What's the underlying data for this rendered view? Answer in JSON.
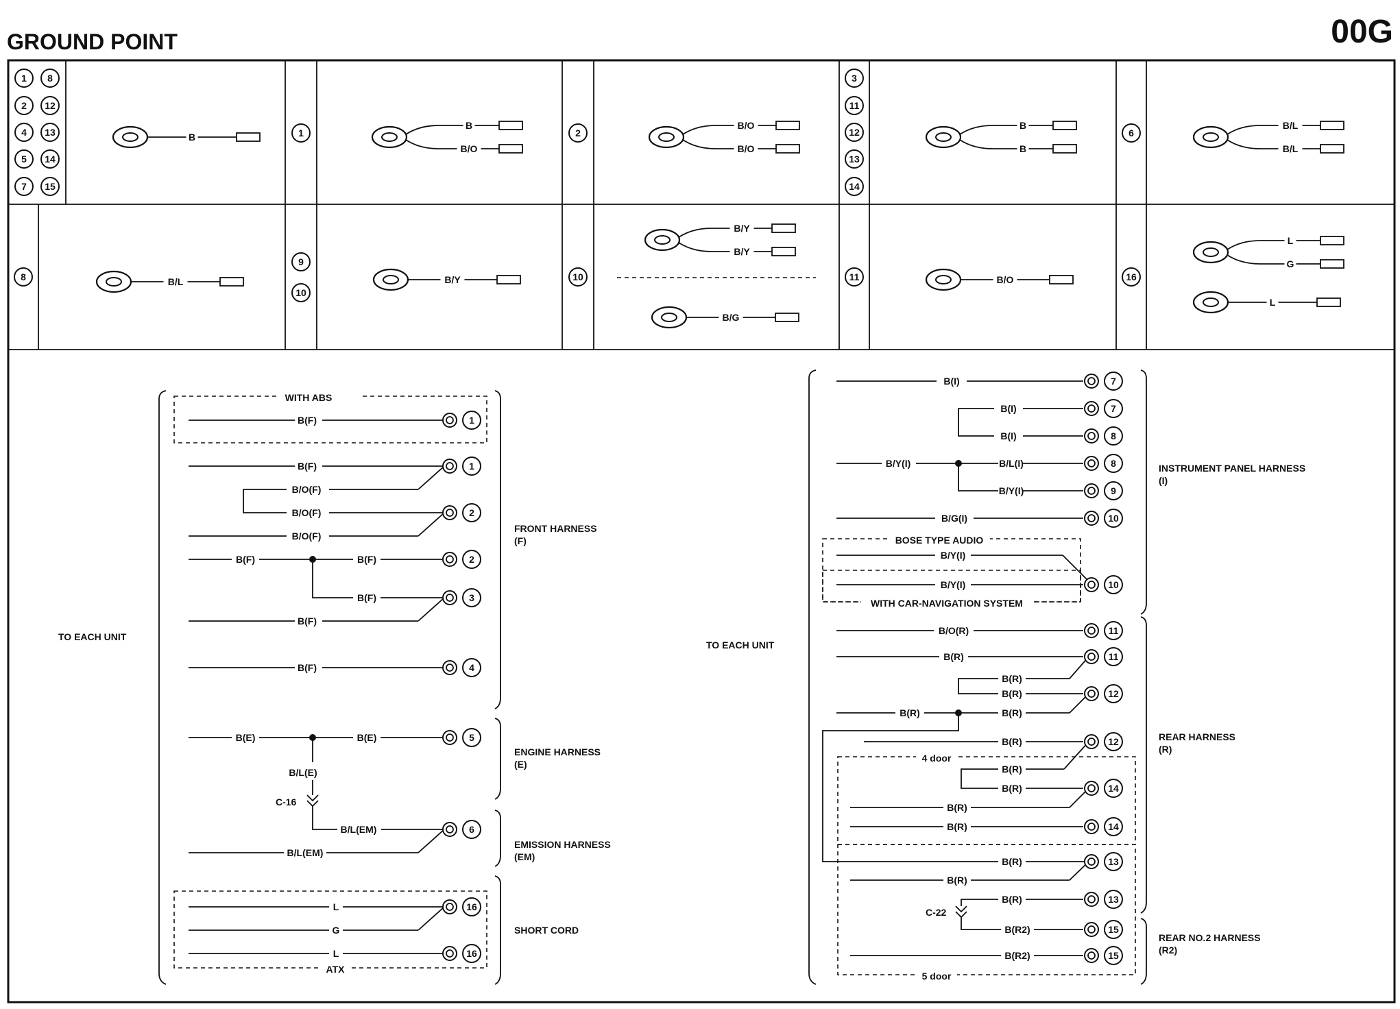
{
  "header": {
    "title": "GROUND POINT",
    "code": "00G"
  },
  "top_cells": [
    {
      "ids": [
        "1",
        "2",
        "4",
        "5",
        "7",
        "8",
        "12",
        "13",
        "14",
        "15"
      ],
      "wires": [
        "B"
      ]
    },
    {
      "ids": [
        "1"
      ],
      "wires": [
        "B",
        "B/O"
      ]
    },
    {
      "ids": [
        "2"
      ],
      "wires": [
        "B/O",
        "B/O"
      ]
    },
    {
      "ids": [
        "3",
        "11",
        "12",
        "13",
        "14"
      ],
      "wires": [
        "B",
        "B"
      ]
    },
    {
      "ids": [
        "6"
      ],
      "wires": [
        "B/L",
        "B/L"
      ]
    },
    {
      "ids": [
        "8"
      ],
      "wires": [
        "B/L"
      ]
    },
    {
      "ids": [
        "9",
        "10"
      ],
      "wires": [
        "B/Y"
      ]
    },
    {
      "ids": [
        "10"
      ],
      "wires": [
        "B/Y",
        "B/Y",
        "B/G"
      ]
    },
    {
      "ids": [
        "11"
      ],
      "wires": [
        "B/O"
      ]
    },
    {
      "ids": [
        "16"
      ],
      "wires": [
        "L",
        "G",
        "L"
      ]
    }
  ],
  "left": {
    "to_each_unit": "TO EACH UNIT",
    "labels": {
      "with_abs": "WITH ABS",
      "atx": "ATX",
      "c16": "C-16",
      "bf": "B(F)",
      "bof": "B/O(F)",
      "be": "B(E)",
      "ble": "B/L(E)",
      "blem": "B/L(EM)",
      "l": "L",
      "g": "G"
    },
    "harnesses": [
      {
        "name": "FRONT HARNESS",
        "code": "(F)"
      },
      {
        "name": "ENGINE HARNESS",
        "code": "(E)"
      },
      {
        "name": "EMISSION HARNESS",
        "code": "(EM)"
      },
      {
        "name": "SHORT CORD",
        "code": ""
      }
    ],
    "grounds": [
      "1",
      "1",
      "2",
      "2",
      "3",
      "4",
      "5",
      "6",
      "16",
      "16"
    ]
  },
  "right": {
    "to_each_unit": "TO EACH UNIT",
    "labels": {
      "bi": "B(I)",
      "byi": "B/Y(I)",
      "bli": "B/L(I)",
      "bgi": "B/G(I)",
      "bose": "BOSE TYPE AUDIO",
      "nav": "WITH CAR-NAVIGATION SYSTEM",
      "bor": "B/O(R)",
      "br": "B(R)",
      "br2": "B(R2)",
      "door4": "4 door",
      "door5": "5 door",
      "c22": "C-22"
    },
    "harnesses": [
      {
        "name": "INSTRUMENT PANEL HARNESS",
        "code": "(I)"
      },
      {
        "name": "REAR HARNESS",
        "code": "(R)"
      },
      {
        "name": "REAR NO.2 HARNESS",
        "code": "(R2)"
      }
    ],
    "grounds": [
      "7",
      "7",
      "8",
      "8",
      "9",
      "10",
      "10",
      "11",
      "11",
      "12",
      "12",
      "14",
      "14",
      "13",
      "13",
      "15",
      "15"
    ]
  }
}
